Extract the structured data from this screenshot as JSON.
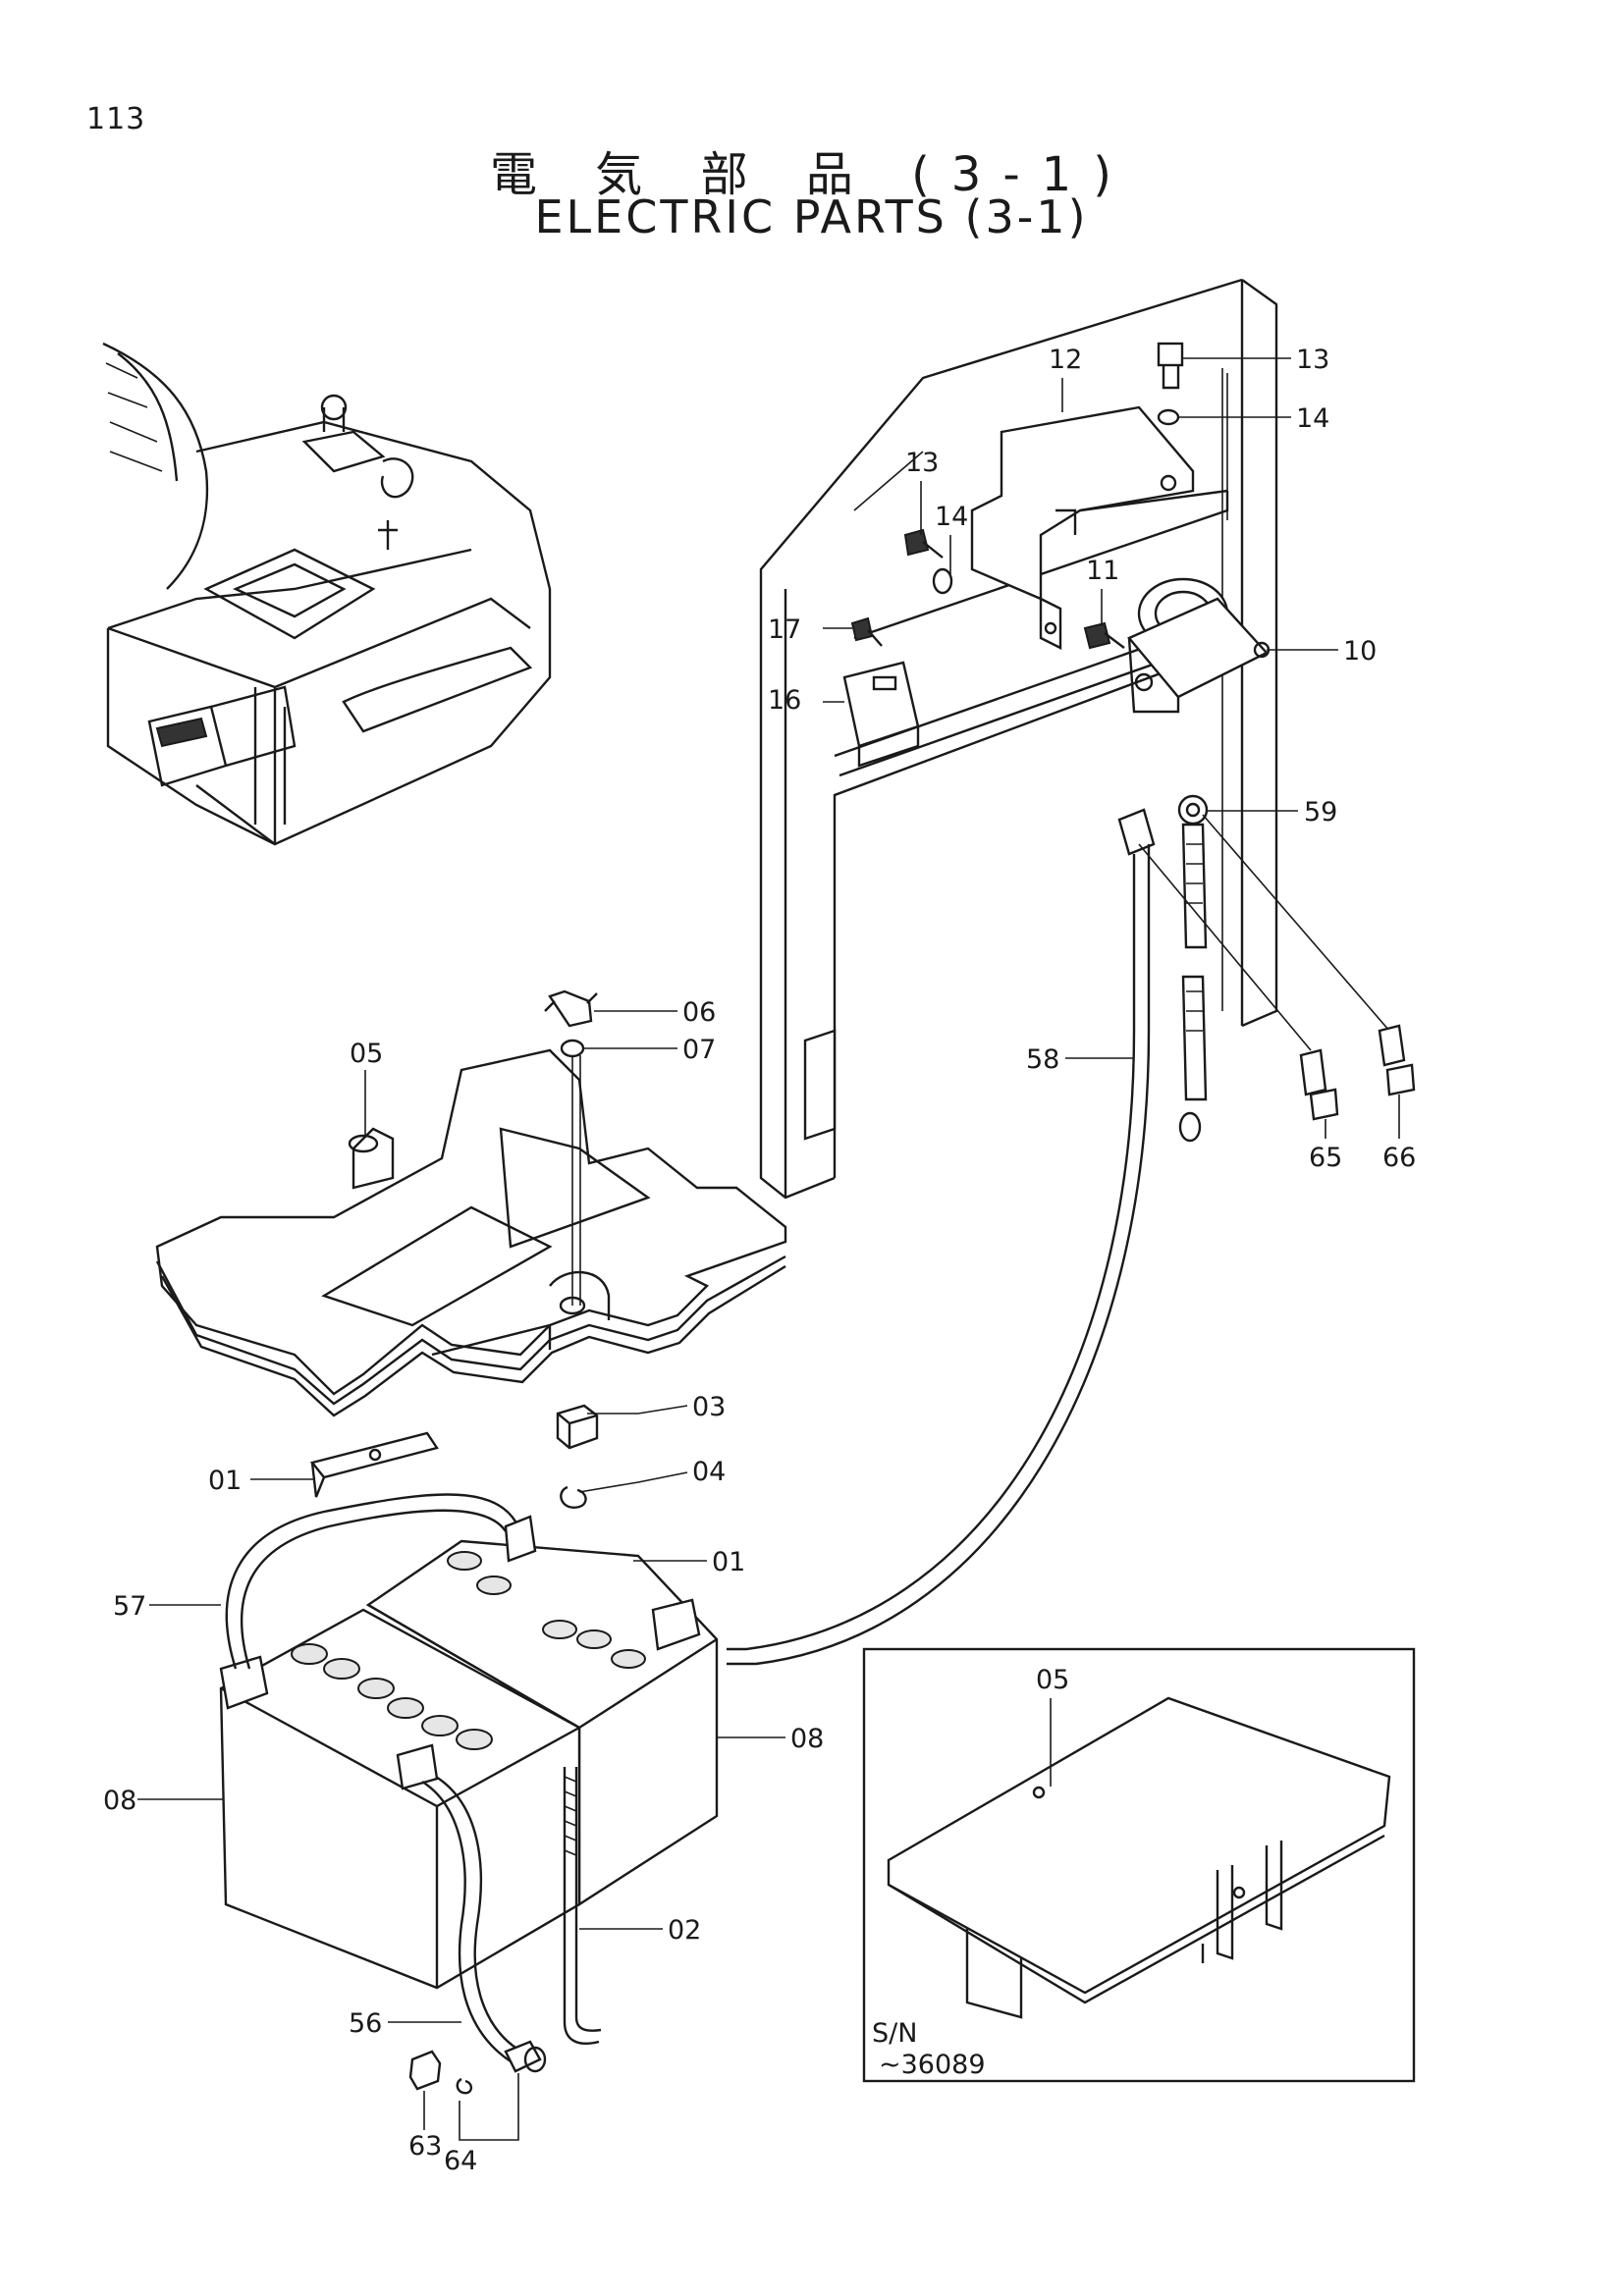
{
  "page_number": "113",
  "title_jp": "電 気 部 品 (3-1)",
  "title_en": "ELECTRIC PARTS (3-1)",
  "callouts": {
    "c13a": "13",
    "c12": "12",
    "c14a": "14",
    "c13b": "13",
    "c14b": "14",
    "c17": "17",
    "c11": "11",
    "c10": "10",
    "c16": "16",
    "c59": "59",
    "c06": "06",
    "c07": "07",
    "c05": "05",
    "c58": "58",
    "c65": "65",
    "c66": "66",
    "c03": "03",
    "c01a": "01",
    "c04": "04",
    "c01b": "01",
    "c57": "57",
    "c08a": "08",
    "c08b": "08",
    "c02": "02",
    "c56": "56",
    "c63": "63",
    "c64": "64",
    "c05b": "05"
  },
  "inset": {
    "sn_label": "S/N",
    "sn_range": "~36089"
  }
}
